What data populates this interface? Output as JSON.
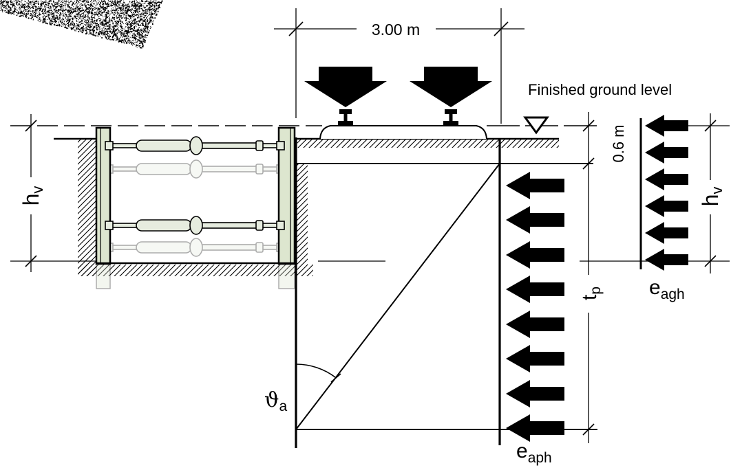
{
  "diagram": {
    "width_dimension": "3.00 m",
    "ground_level_label": "Finished ground level",
    "top_layer_dimension": "0.6 m",
    "trench_depth_left": {
      "symbol": "h",
      "subscript": "v"
    },
    "embedment_depth": {
      "symbol": "t",
      "subscript": "p"
    },
    "failure_angle": {
      "symbol": "ϑ",
      "subscript": "a"
    },
    "pressure_rail_load": {
      "symbol": "e",
      "subscript": "aph"
    },
    "trench_depth_right": {
      "symbol": "h",
      "subscript": "v"
    },
    "pressure_surface_load": {
      "symbol": "e",
      "subscript": "agh"
    }
  },
  "colors": {
    "ink": "#000000",
    "sheeting": "#dde6cf",
    "background": "#ffffff"
  }
}
